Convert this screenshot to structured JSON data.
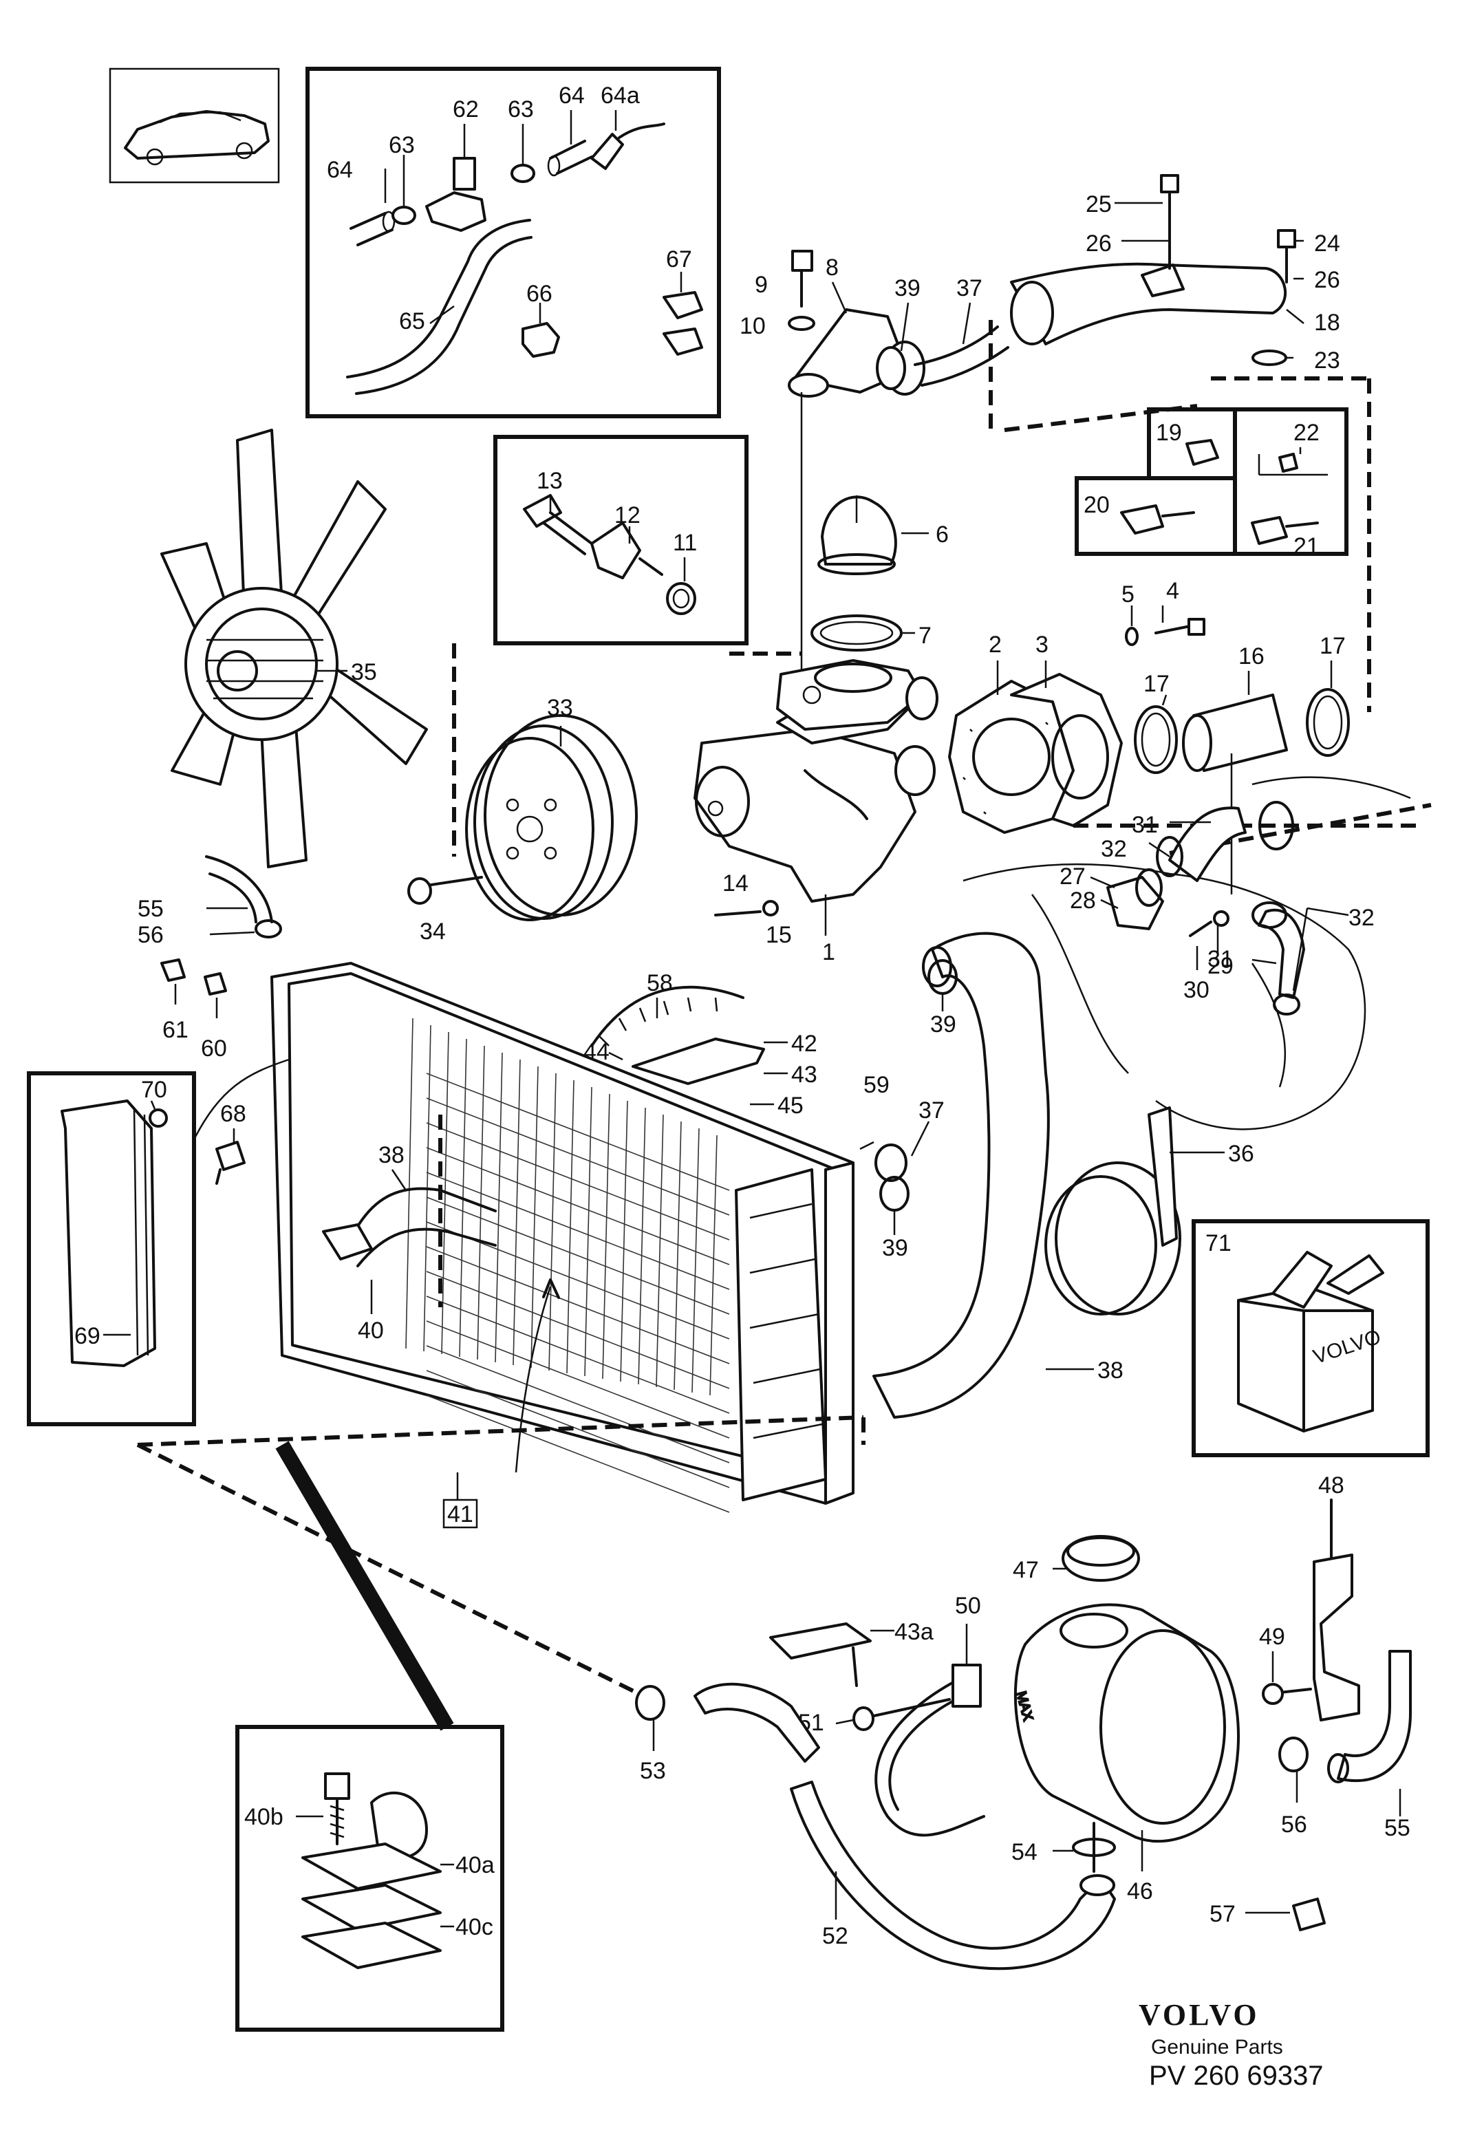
{
  "callouts": {
    "p1": "1",
    "p2": "2",
    "p3": "3",
    "p4": "4",
    "p5": "5",
    "p6": "6",
    "p7": "7",
    "p8": "8",
    "p9": "9",
    "p10": "10",
    "p11": "11",
    "p12": "12",
    "p13": "13",
    "p14": "14",
    "p15": "15",
    "p16": "16",
    "p17a": "17",
    "p17b": "17",
    "p18": "18",
    "p19": "19",
    "p20": "20",
    "p21": "21",
    "p22": "22",
    "p23": "23",
    "p24": "24",
    "p25": "25",
    "p26a": "26",
    "p26b": "26",
    "p27": "27",
    "p28": "28",
    "p29": "29",
    "p30": "30",
    "p31a": "31",
    "p31b": "31",
    "p32a": "32",
    "p32b": "32",
    "p33": "33",
    "p34": "34",
    "p35": "35",
    "p36": "36",
    "p37a": "37",
    "p37b": "37",
    "p38a": "38",
    "p38b": "38",
    "p39a": "39",
    "p39b": "39",
    "p39c": "39",
    "p40": "40",
    "p40a": "40a",
    "p40b": "40b",
    "p40c": "40c",
    "p41": "41",
    "p42": "42",
    "p43": "43",
    "p43a": "43a",
    "p44": "44",
    "p45": "45",
    "p46": "46",
    "p47": "47",
    "p48": "48",
    "p49": "49",
    "p50": "50",
    "p51": "51",
    "p52": "52",
    "p53": "53",
    "p54": "54",
    "p55a": "55",
    "p55b": "55",
    "p56a": "56",
    "p56b": "56",
    "p57": "57",
    "p58": "58",
    "p59": "59",
    "p60": "60",
    "p61": "61",
    "p62": "62",
    "p63a": "63",
    "p63b": "63",
    "p64a": "64",
    "p64b": "64",
    "p64c": "64a",
    "p65": "65",
    "p66": "66",
    "p67": "67",
    "p68": "68",
    "p69": "69",
    "p70": "70",
    "p71": "71"
  },
  "box_brand": "VOLVO",
  "footer": {
    "brand": "VOLVO",
    "subtitle": "Genuine Parts",
    "ref": "PV 260 69337"
  }
}
